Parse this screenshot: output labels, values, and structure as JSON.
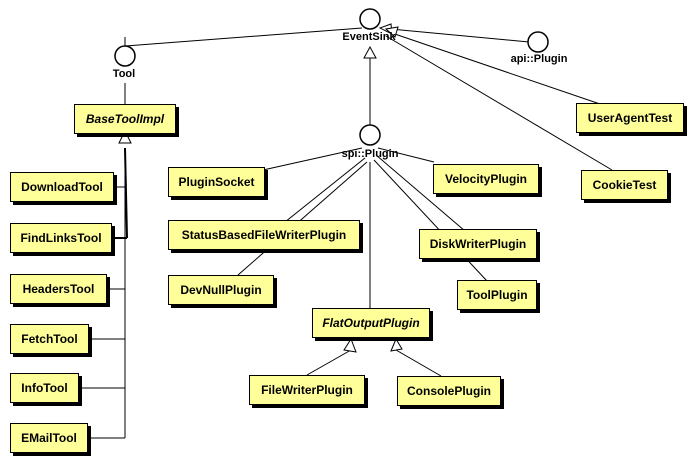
{
  "interfaces": {
    "tool": "Tool",
    "eventsink": "EventSink",
    "api_plugin": "api::Plugin",
    "spi_plugin": "spi::Plugin"
  },
  "classes": {
    "base_tool_impl": "BaseToolImpl",
    "download_tool": "DownloadTool",
    "find_links_tool": "FindLinksTool",
    "headers_tool": "HeadersTool",
    "fetch_tool": "FetchTool",
    "info_tool": "InfoTool",
    "email_tool": "EMailTool",
    "plugin_socket": "PluginSocket",
    "status_based_file_writer_plugin": "StatusBasedFileWriterPlugin",
    "dev_null_plugin": "DevNullPlugin",
    "flat_output_plugin": "FlatOutputPlugin",
    "file_writer_plugin": "FileWriterPlugin",
    "console_plugin": "ConsolePlugin",
    "velocity_plugin": "VelocityPlugin",
    "disk_writer_plugin": "DiskWriterPlugin",
    "tool_plugin": "ToolPlugin",
    "user_agent_test": "UserAgentTest",
    "cookie_test": "CookieTest"
  }
}
